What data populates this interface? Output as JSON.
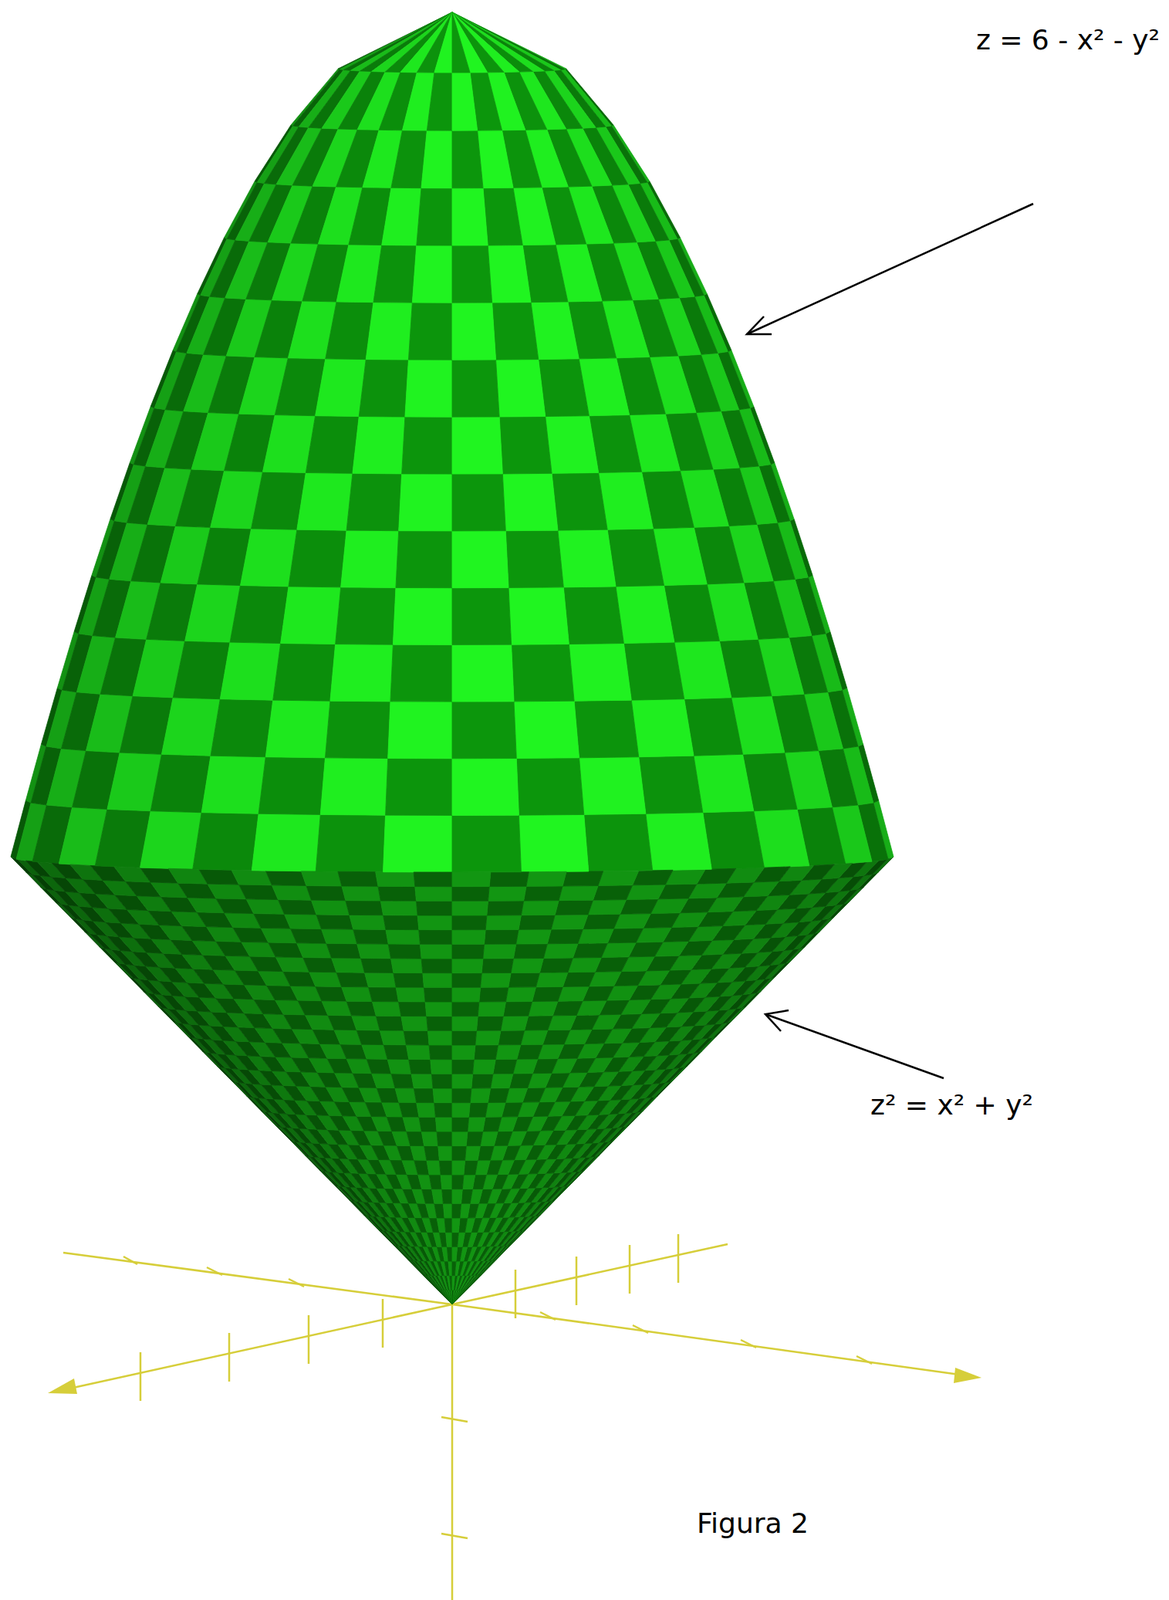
{
  "diagram": {
    "caption": "Figura 2",
    "labels": [
      "z = 6 - x² - y²",
      "z² = x² + y²"
    ]
  }
}
